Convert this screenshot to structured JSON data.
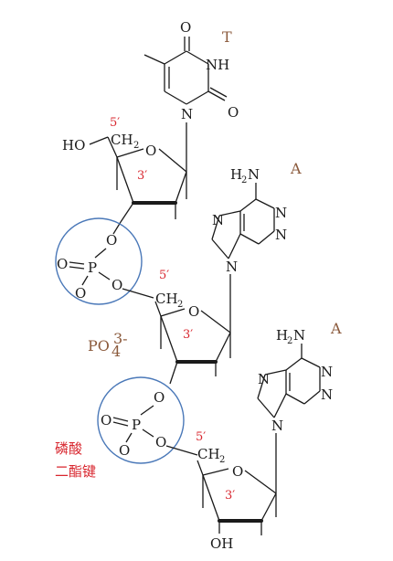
{
  "labels": {
    "base_T": "T",
    "base_A1": "A",
    "base_A2": "A",
    "phosphate": "PO",
    "phosphate_sub": "4",
    "phosphate_sup": "3-",
    "bond_line1": "磷酸",
    "bond_line2": "二酯键",
    "prime5": "5′",
    "prime3": "3′",
    "O": "O",
    "NH": "NH",
    "N": "N",
    "P": "P",
    "H": "H",
    "N_sub": "2",
    "CH": "CH",
    "CH_sub": "2",
    "HO": "HO",
    "OH": "OH"
  },
  "colors": {
    "base_label": "#8b5a3c",
    "prime_label": "#d8262e",
    "bond_label": "#d8262e",
    "phosphate_circle": "#4a78b8"
  }
}
